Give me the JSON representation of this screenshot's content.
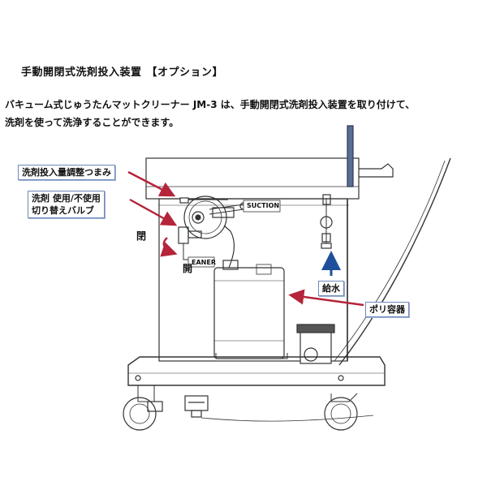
{
  "header": {
    "title": "手動開閉式洗剤投入装置",
    "option": "【オプション】"
  },
  "description": {
    "line1": "バキューム式じゅうたんマットクリーナー JM-3 は、手動開閉式洗剤投入装置を取り付けて、",
    "line2": "洗剤を使って洗浄することができます。"
  },
  "labels": {
    "detergent_knob": "洗剤投入量調整つまみ",
    "valve_line1": "洗剤 使用/不使用",
    "valve_line2": "切り替えバルブ",
    "closed": "閉",
    "open": "開",
    "water_supply": "給水",
    "poly_container": "ポリ容器",
    "suction": "SUCTION",
    "cleaner": "EANER"
  },
  "colors": {
    "arrow_red": "#b5243a",
    "arrow_blue": "#1f4f9b",
    "callout_border": "#6f87b8",
    "line_drawing": "#333333"
  }
}
